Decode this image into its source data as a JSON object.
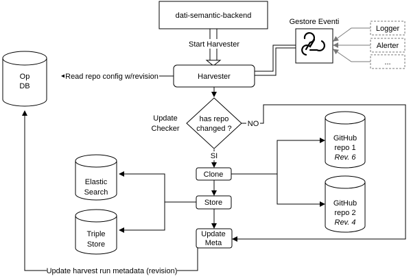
{
  "nodes": {
    "backend": "dati-semantic-backend",
    "harvester": "Harvester",
    "event_manager": "Gestore Eventi",
    "logger": "Logger",
    "alerter": "Alerter",
    "more": "...",
    "opdb_line1": "Op",
    "opdb_line2": "DB",
    "decision_line1": "has repo",
    "decision_line2": "changed ?",
    "update_checker_line1": "Update",
    "update_checker_line2": "Checker",
    "clone": "Clone",
    "store": "Store",
    "update_meta_line1": "Update",
    "update_meta_line2": "Meta",
    "elastic_line1": "Elastic",
    "elastic_line2": "Search",
    "triple_line1": "Triple",
    "triple_line2": "Store",
    "repo1_line1": "GitHub",
    "repo1_line2": "repo 1",
    "repo1_rev": "Rev. 6",
    "repo2_line1": "GitHub",
    "repo2_line2": "repo 2",
    "repo2_rev": "Rev. 4"
  },
  "edges": {
    "start_harvester": "Start Harvester",
    "read_repo_config": "Read repo config w/revision",
    "no": "NO",
    "si": "SI",
    "update_harvest_metadata": "Update harvest run metadata (revision)"
  },
  "icons": {
    "event_manager": "webhook-hub-icon"
  }
}
